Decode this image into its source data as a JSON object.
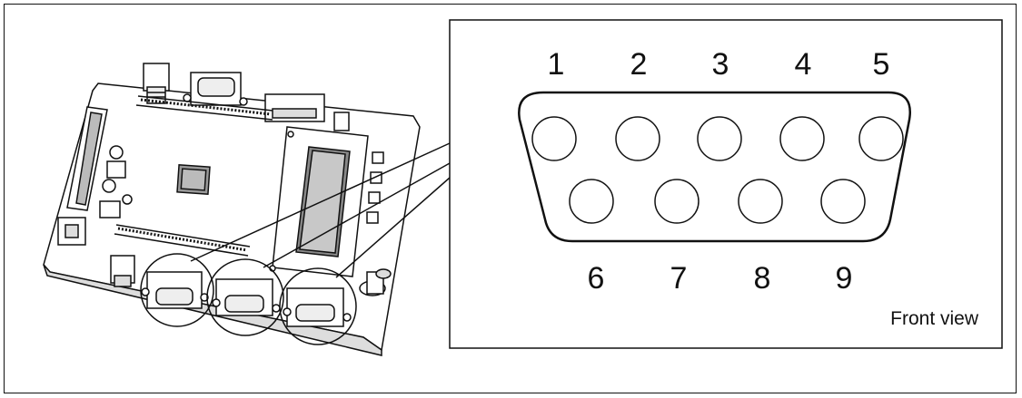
{
  "diagram": {
    "connector": {
      "top_pins": [
        "1",
        "2",
        "3",
        "4",
        "5"
      ],
      "bottom_pins": [
        "6",
        "7",
        "8",
        "9"
      ],
      "view_label": "Front view"
    },
    "board": {
      "highlighted_connectors": 3
    }
  }
}
